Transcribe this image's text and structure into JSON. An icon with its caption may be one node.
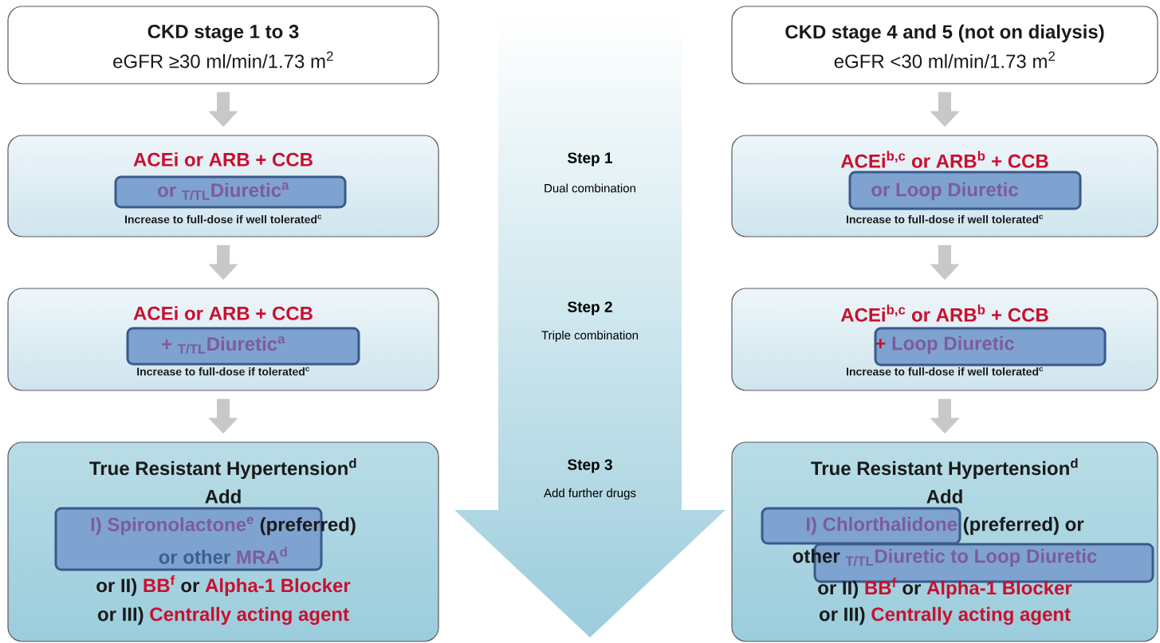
{
  "diagram": {
    "nodes": [
      {
        "text": [
          "CKD stage 1 to 3",
          "eGFR ≥30 ml/min/1.73 m$^{2}$"
        ]
      },
      {
        "text": [
          "ACEi or ARB + CCB",
          "or $_{T/TL}$Diuretic$^{a}$",
          "Increase to full-dose if well tolerated$^{c}$"
        ]
      },
      {
        "text": [
          "ACEi or ARB + CCB",
          "+ $_{T/TL}$Diuretic$^{a}$",
          "Increase to full-dose if tolerated$^{c}$"
        ]
      },
      {
        "text": [
          "True Resistant Hypertension$^{d}$",
          "Add",
          "I) Spironolactone$^{e}$",
          "(preferred)",
          "or other",
          "MRA$^{d}$",
          "or II)",
          "BB$^{f}$",
          "or",
          "Alpha-1 Blocker",
          "or III)",
          "Centrally acting agent"
        ]
      },
      {
        "text": [
          "CKD stage 4 and 5 (not on dialysis)",
          "eGFR <30 ml/min/1.73 m$^{2}$"
        ]
      },
      {
        "text": [
          "ACEi$^{b,c}$ or ARB$^{b}$ + CCB",
          "or Loop Diuretic",
          "Increase to full-dose if well tolerated$^{c}$"
        ]
      },
      {
        "text": [
          "ACEi$^{b,c}$ or ARB$^{b}$ + CCB",
          "+",
          "Loop Diuretic",
          "Increase to full-dose if well tolerated$^{c}$"
        ]
      },
      {
        "text": [
          "True Resistant Hypertension$^{d}$",
          "Add",
          "I) Chlorthalidone",
          "(preferred) or",
          "other",
          "$_{T/TL}$Diuretic to Loop Diuretic",
          "or II)",
          "BB$^{f}$",
          "or",
          "Alpha-1 Blocker",
          "or III)",
          "Centrally acting agent"
        ]
      }
    ],
    "edges": [
      {
        "from": 0,
        "to": 1,
        "arrow": "to"
      },
      {
        "from": 1,
        "to": 2,
        "arrow": "to"
      },
      {
        "from": 2,
        "to": 3,
        "arrow": "to"
      },
      {
        "from": 4,
        "to": 5,
        "arrow": "to"
      },
      {
        "from": 5,
        "to": 6,
        "arrow": "to"
      },
      {
        "from": 6,
        "to": 7,
        "arrow": "to"
      }
    ],
    "labels": [
      "Step 1",
      "Dual combination",
      "Step 2",
      "Triple combination",
      "Step 3",
      "Add further drugs"
    ]
  }
}
